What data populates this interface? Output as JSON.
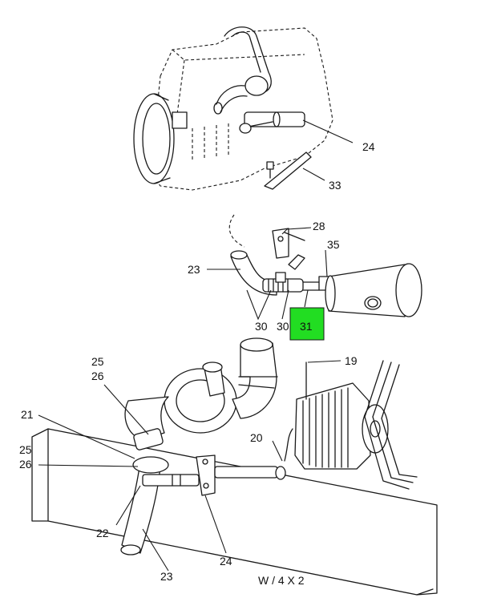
{
  "callouts": {
    "c24_top": "24",
    "c33": "33",
    "c28": "28",
    "c23_mid": "23",
    "c35": "35",
    "c30_left": "30",
    "c30_right": "30",
    "c31": "31",
    "c19": "19",
    "c25_top": "25",
    "c26_top": "26",
    "c21": "21",
    "c25_bot": "25",
    "c26_bot": "26",
    "c20": "20",
    "c22": "22",
    "c24_bot": "24",
    "c23_bot": "23"
  },
  "caption": "W / 4 X 2",
  "colors": {
    "highlight": "#22dd22",
    "ink": "#1a1a1a"
  }
}
